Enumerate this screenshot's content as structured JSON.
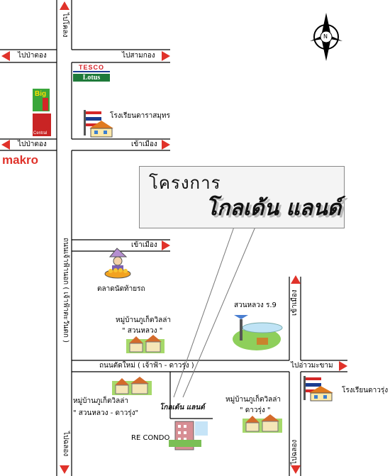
{
  "compass": {
    "label": "N"
  },
  "roads": {
    "to_klong_top": "ไปโคลง",
    "to_pa_tong_1": "ไปป่าตอง",
    "to_sam_kong": "ไปสามกอง",
    "to_pa_tong_2": "ไปป่าตอง",
    "to_city_1": "เข้าเมือง",
    "to_city_2": "เข้าเมือง",
    "chao_fa_nok": "ถนนเจ้าฟ้านอก ( เจ้าฟ้าตะวันตก )",
    "to_chalong_bottom_left": "ไปฉลอง",
    "new_road": "ถนนตัดใหม่ ( เจ้าฟ้า - ดาวรุ่ง )",
    "to_ao_makham": "ไปอ่าวมะขาม",
    "to_town_right": "เข้าเมือง",
    "to_chalong_right": "ไปฉลอง"
  },
  "brands": {
    "tesco_top": "TESCO",
    "tesco_bottom": "Lotus",
    "big": "Big",
    "central": "Central",
    "makro": "makro"
  },
  "places": {
    "school_dara": "โรงเรียนดาราสมุทร",
    "market": "ตลาดนัดท้ายรถ",
    "village_suanluang_1": "หมู่บ้านภูเก็ตวิลล่า",
    "village_suanluang_2": "\" สวนหลวง \"",
    "park": "สวนหลวง ร.9",
    "village_sd_1": "หมู่บ้านภูเก็ตวิลล่า",
    "village_sd_2": "\" สวนหลวง - ดาวรุ่ง\"",
    "village_dr_1": "หมู่บ้านภูเก็ตวิลล่า",
    "village_dr_2": "\" ดาวรุ่ง \"",
    "re_condo": "RE CONDO",
    "school_daorung": "โรงเรียนดาวรุ่ง"
  },
  "callout": {
    "line1": "โครงการ",
    "line2": "โกลเด้น แลนด์",
    "tag": "โกลเด้น แลนด์"
  },
  "colors": {
    "road": "#000000",
    "arrow": "#e0322a",
    "makro": "#e0322a",
    "tesco_red": "#d41f26",
    "lotus_green": "#1e7a3a"
  }
}
